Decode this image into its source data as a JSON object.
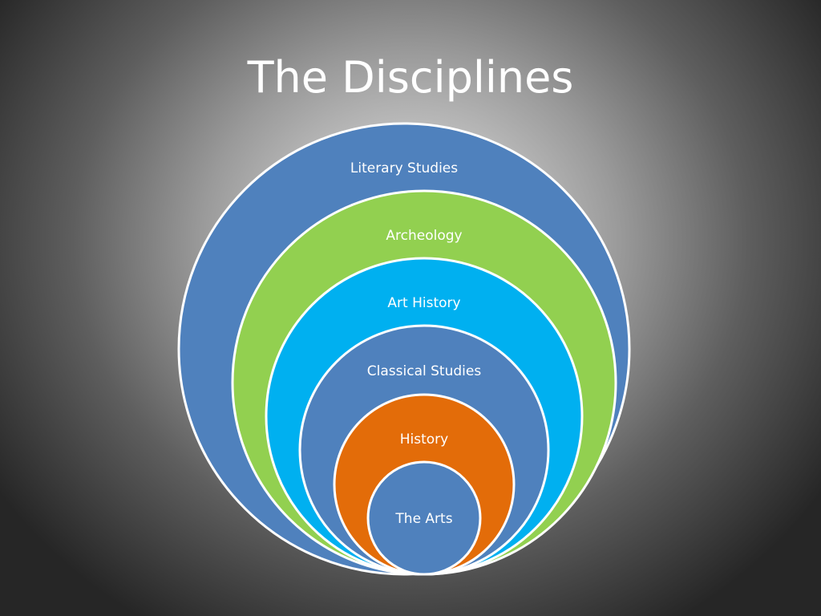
{
  "slide": {
    "title": "The Disciplines"
  },
  "rings": [
    {
      "label": "Literary Studies",
      "color": "#4f81bd"
    },
    {
      "label": "Archeology",
      "color": "#92d050"
    },
    {
      "label": "Art History",
      "color": "#00b0f0"
    },
    {
      "label": "Classical Studies",
      "color": "#4f81bd"
    },
    {
      "label": "History",
      "color": "#e36c09"
    },
    {
      "label": "The Arts",
      "color": "#4f81bd"
    }
  ],
  "colors": {
    "outline": "#ffffff",
    "text": "#ffffff"
  }
}
